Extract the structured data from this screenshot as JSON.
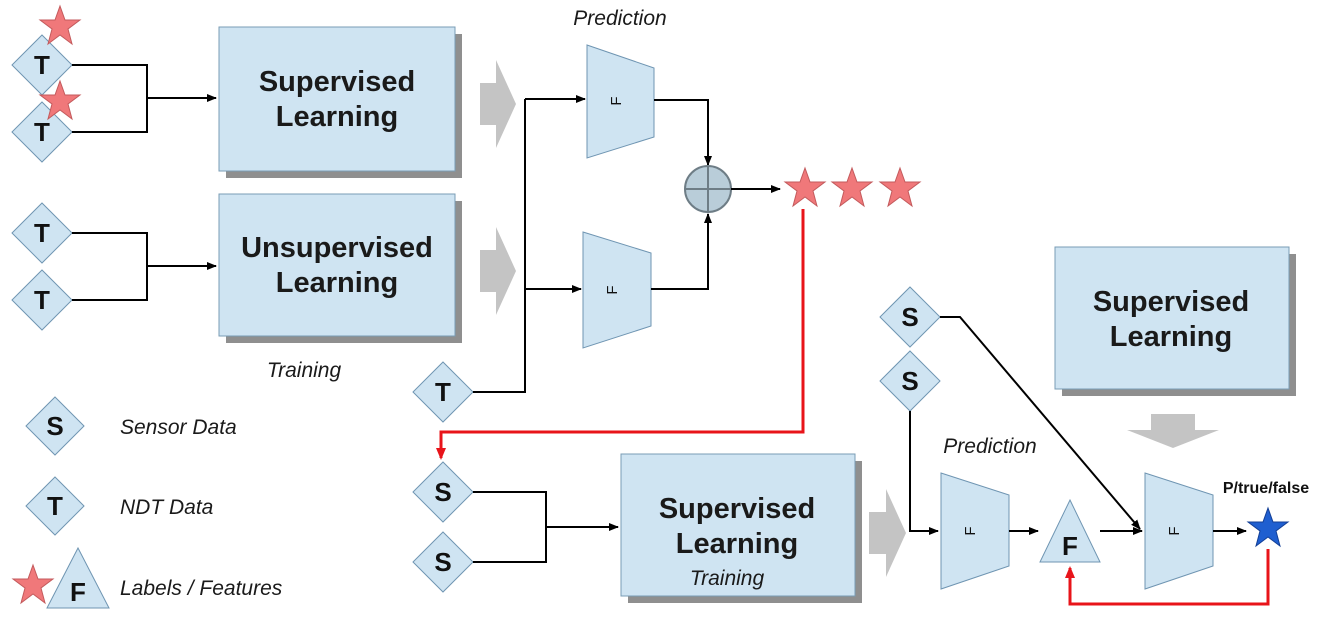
{
  "boxes": {
    "supervised_1": [
      "Supervised",
      "Learning"
    ],
    "unsupervised": [
      "Unsupervised",
      "Learning"
    ],
    "supervised_2": [
      "Supervised",
      "Learning"
    ],
    "supervised_3": [
      "Supervised",
      "Learning"
    ]
  },
  "captions": {
    "prediction_top": "Prediction",
    "training_top": "Training",
    "prediction_bottom": "Prediction",
    "training_bottom": "Training",
    "output_label": "P/true/false"
  },
  "symbols": {
    "T": "T",
    "S": "S",
    "F": "F"
  },
  "legend": {
    "sensor": "Sensor Data",
    "ndt": "NDT Data",
    "labels": "Labels / Features"
  },
  "colors": {
    "box_fill": "#cfe4f2",
    "label_star": "#f0787a",
    "output_star": "#1f5fd0",
    "feedback_line": "#e8141a"
  }
}
